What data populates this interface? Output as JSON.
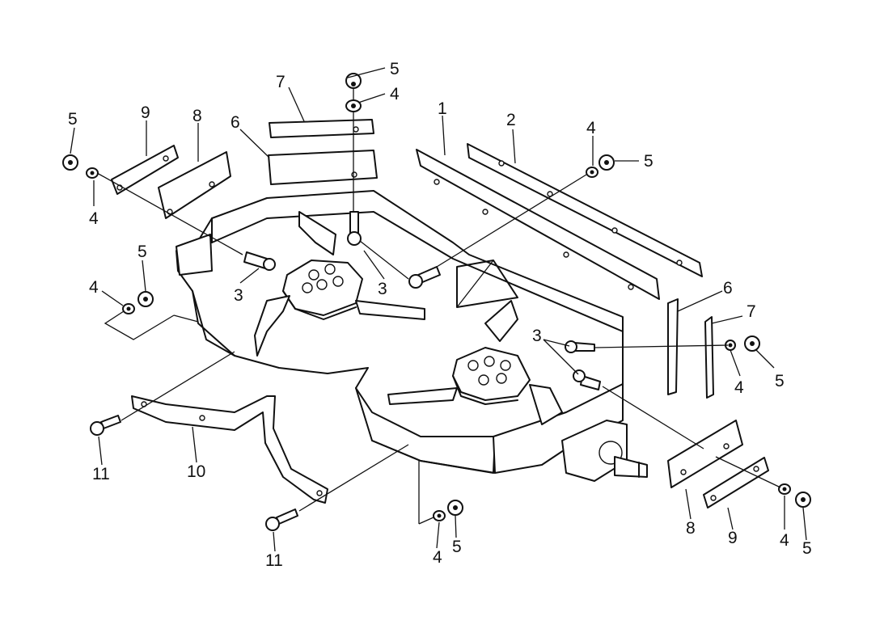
{
  "callouts": {
    "c1": "1",
    "c2": "2",
    "c3a": "3",
    "c3b": "3",
    "c3c": "3",
    "c4_top": "4",
    "c4_right_top": "4",
    "c4_left": "4",
    "c4_left_mid": "4",
    "c4_right_mid": "4",
    "c4_bottom": "4",
    "c4_bottom_right": "4",
    "c5_top": "5",
    "c5_right_top": "5",
    "c5_left": "5",
    "c5_left_mid": "5",
    "c5_right_mid": "5",
    "c5_bottom": "5",
    "c5_bottom_right": "5",
    "c6_top": "6",
    "c6_right": "6",
    "c7_top": "7",
    "c7_right": "7",
    "c8_left": "8",
    "c8_right": "8",
    "c9_left": "9",
    "c9_right": "9",
    "c10": "10",
    "c11_left": "11",
    "c11_bottom": "11"
  }
}
